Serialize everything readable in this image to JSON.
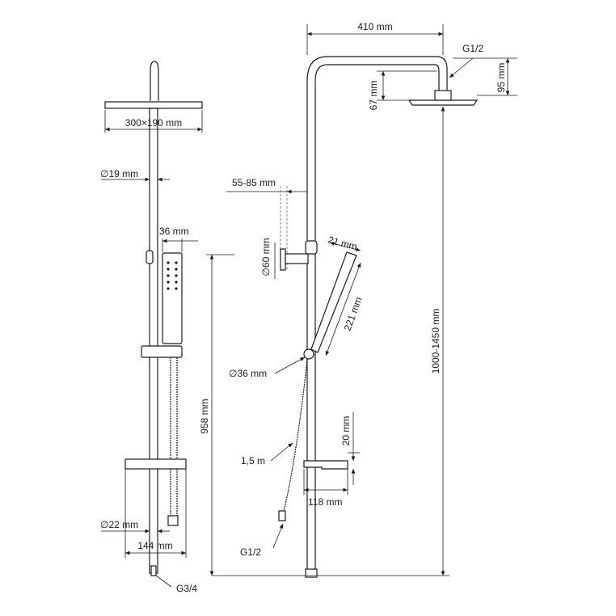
{
  "front_view": {
    "head_size": "300×190 mm",
    "pipe_diameter": "∅19 mm",
    "handshower_width": "36 mm",
    "lower_pipe_diameter": "∅22 mm",
    "shelf_width": "144 mm",
    "inlet_thread": "G3/4",
    "height": "958 mm"
  },
  "side_view": {
    "arm_length": "410 mm",
    "head_thread": "G1/2",
    "arm_drop": "95 mm",
    "head_offset": "67 mm",
    "wall_distance": "55-85 mm",
    "bracket_diameter": "∅60 mm",
    "handshower_width": "21 mm",
    "handshower_length": "221 mm",
    "adjustable_height": "1000-1450 mm",
    "holder_diameter": "∅36 mm",
    "hose_length": "1,5 m",
    "shelf_height": "20 mm",
    "shelf_depth": "118 mm",
    "hose_thread": "G1/2"
  }
}
